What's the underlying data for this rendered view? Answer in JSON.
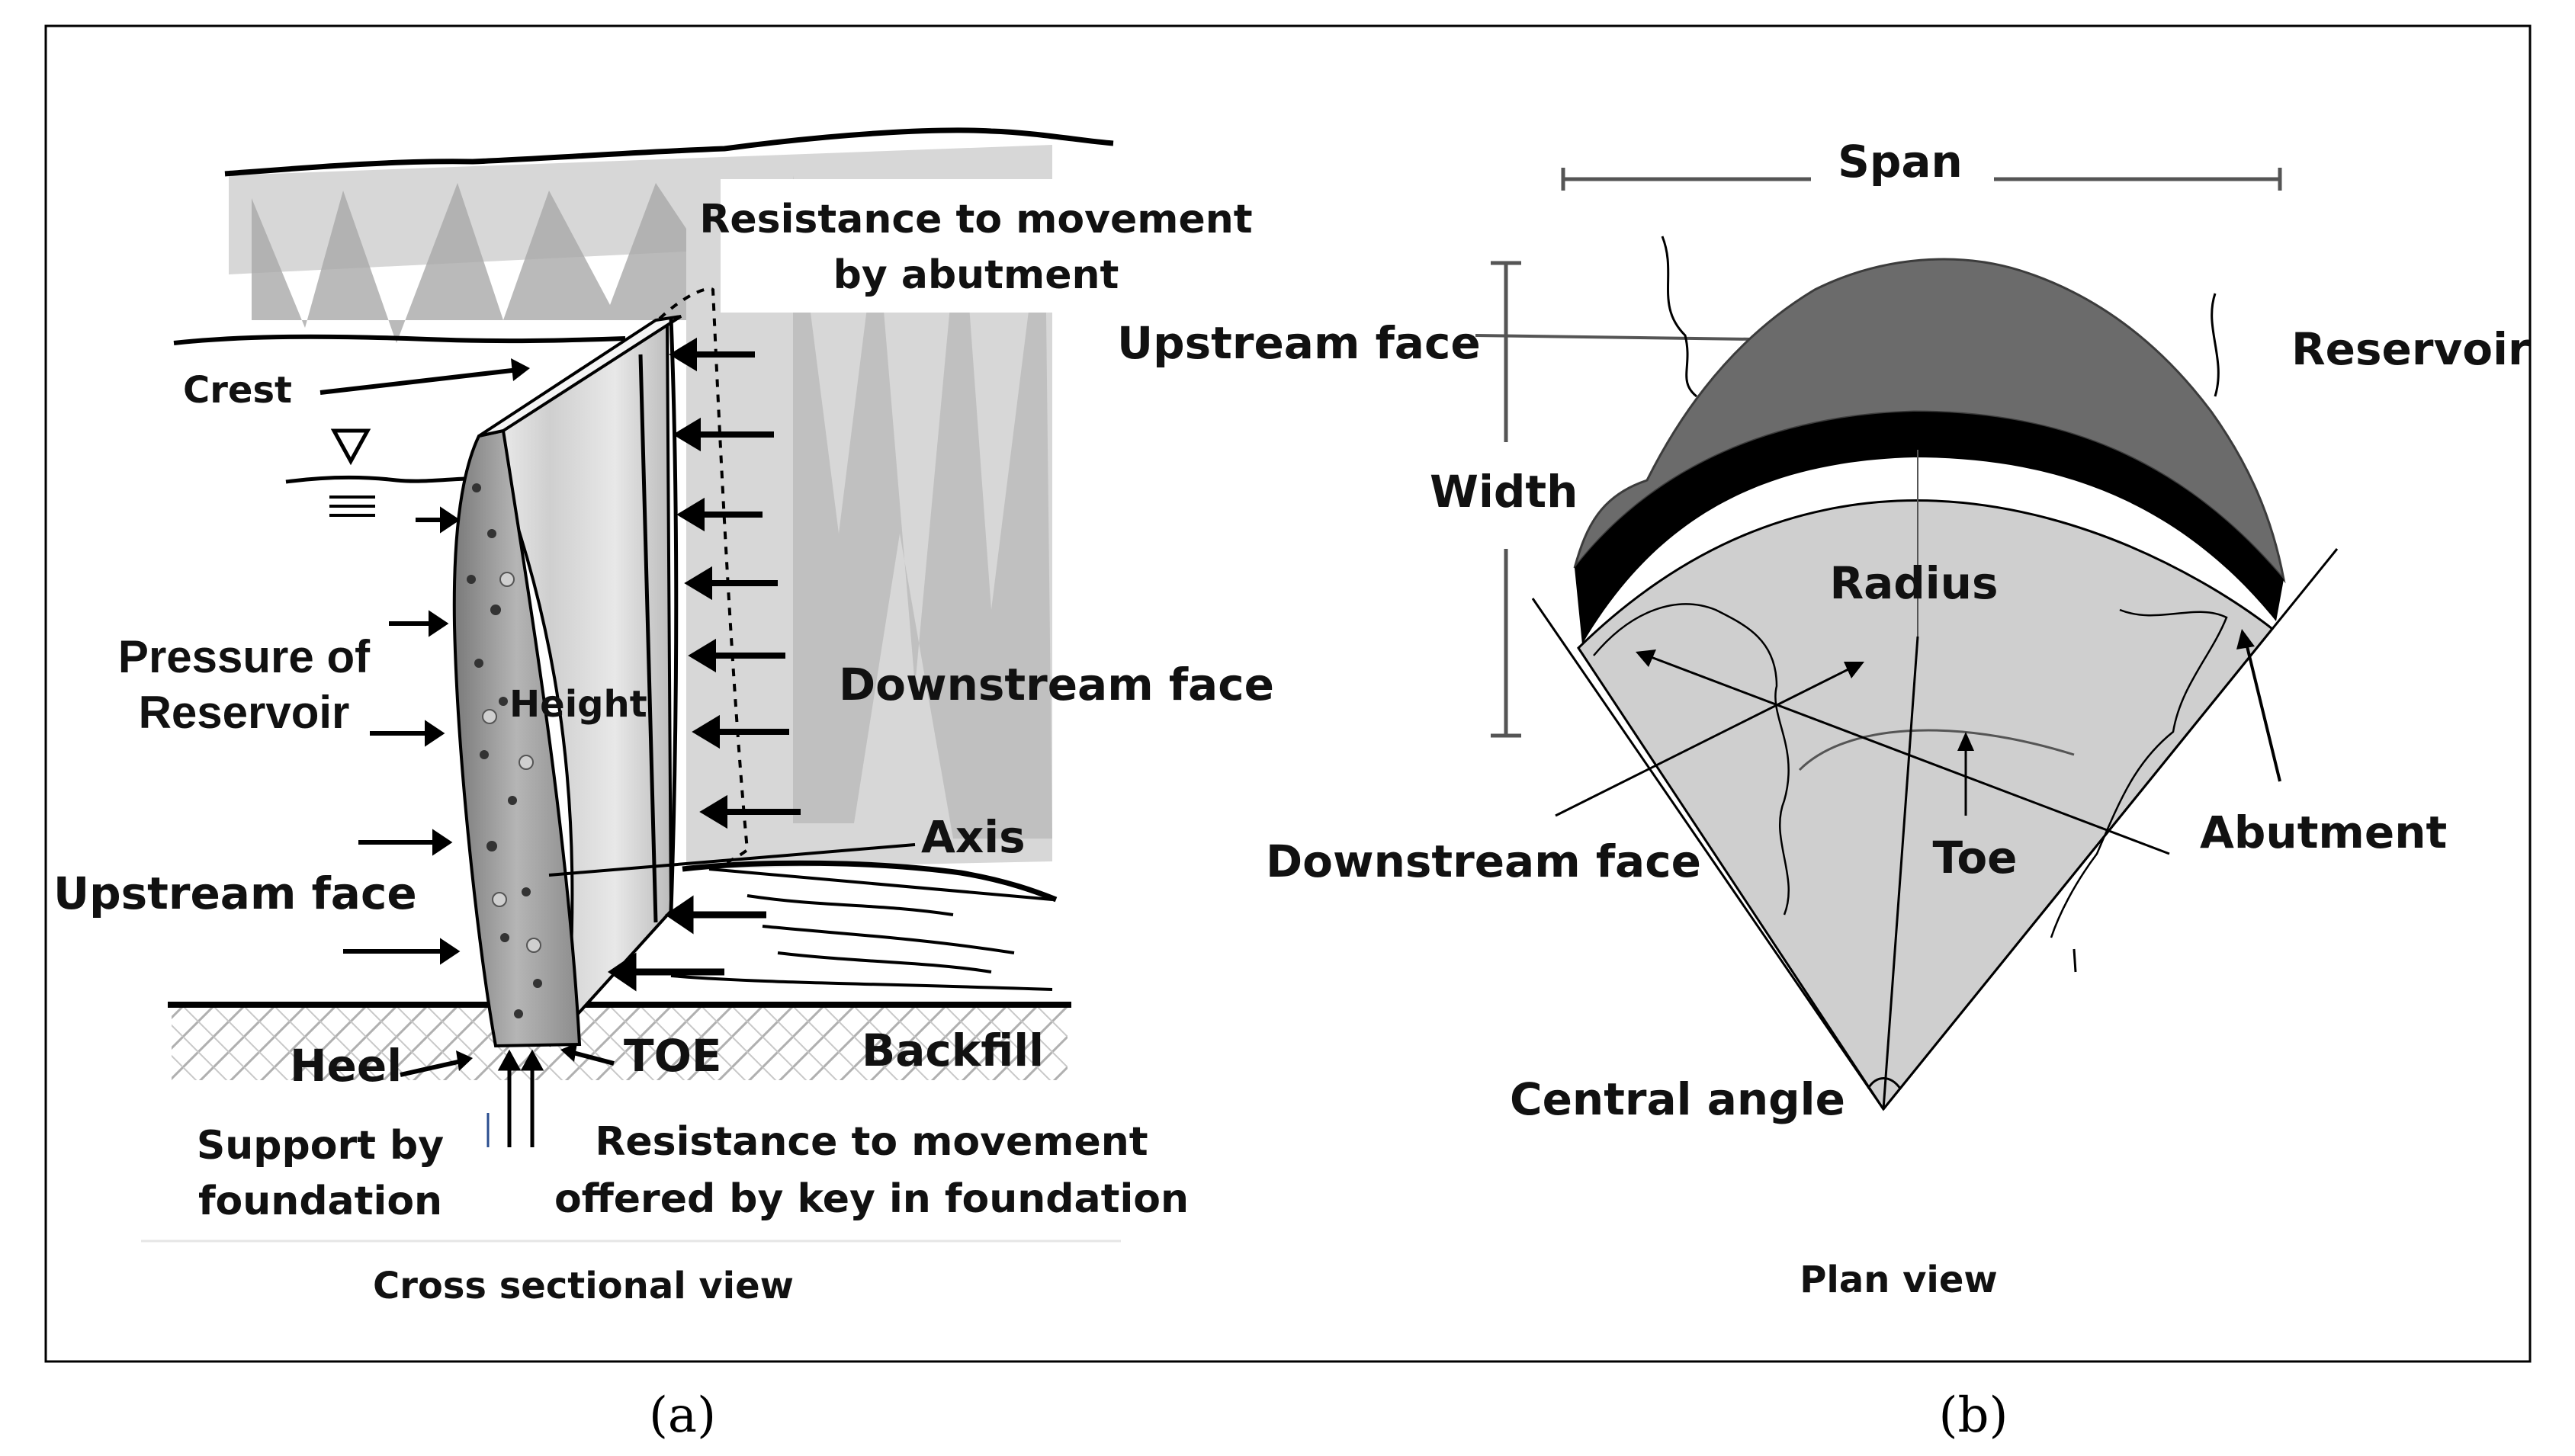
{
  "panel_a": {
    "labels": {
      "resistance_abutment_1": "Resistance to movement",
      "resistance_abutment_2": "by abutment",
      "crest": "Crest",
      "pressure_1": "Pressure of",
      "pressure_2": "Reservoir",
      "height": "Height",
      "downstream_face": "Downstream face",
      "axis": "Axis",
      "upstream_face": "Upstream face",
      "heel": "Heel",
      "toe": "TOE",
      "backfill": "Backfill",
      "support_1": "Support by",
      "support_2": "foundation",
      "resistance_key_1": "Resistance to movement",
      "resistance_key_2": "offered by key in foundation"
    },
    "view_title": "Cross sectional view",
    "caption": "(a)"
  },
  "panel_b": {
    "labels": {
      "span": "Span",
      "upstream_face": "Upstream face",
      "reservoir": "Reservoir",
      "width": "Width",
      "radius": "Radius",
      "downstream_face": "Downstream face",
      "toe": "Toe",
      "abutment": "Abutment",
      "central_angle": "Central angle"
    },
    "view_title": "Plan view",
    "caption": "(b)"
  },
  "colors": {
    "frame": "#000000",
    "reservoir_dark": "#6b6b6b",
    "arch_band": "#000000",
    "fan_fill": "#cfcfcf",
    "rock_light": "#bdbdbd",
    "dam_body": "#d8d8d8"
  }
}
